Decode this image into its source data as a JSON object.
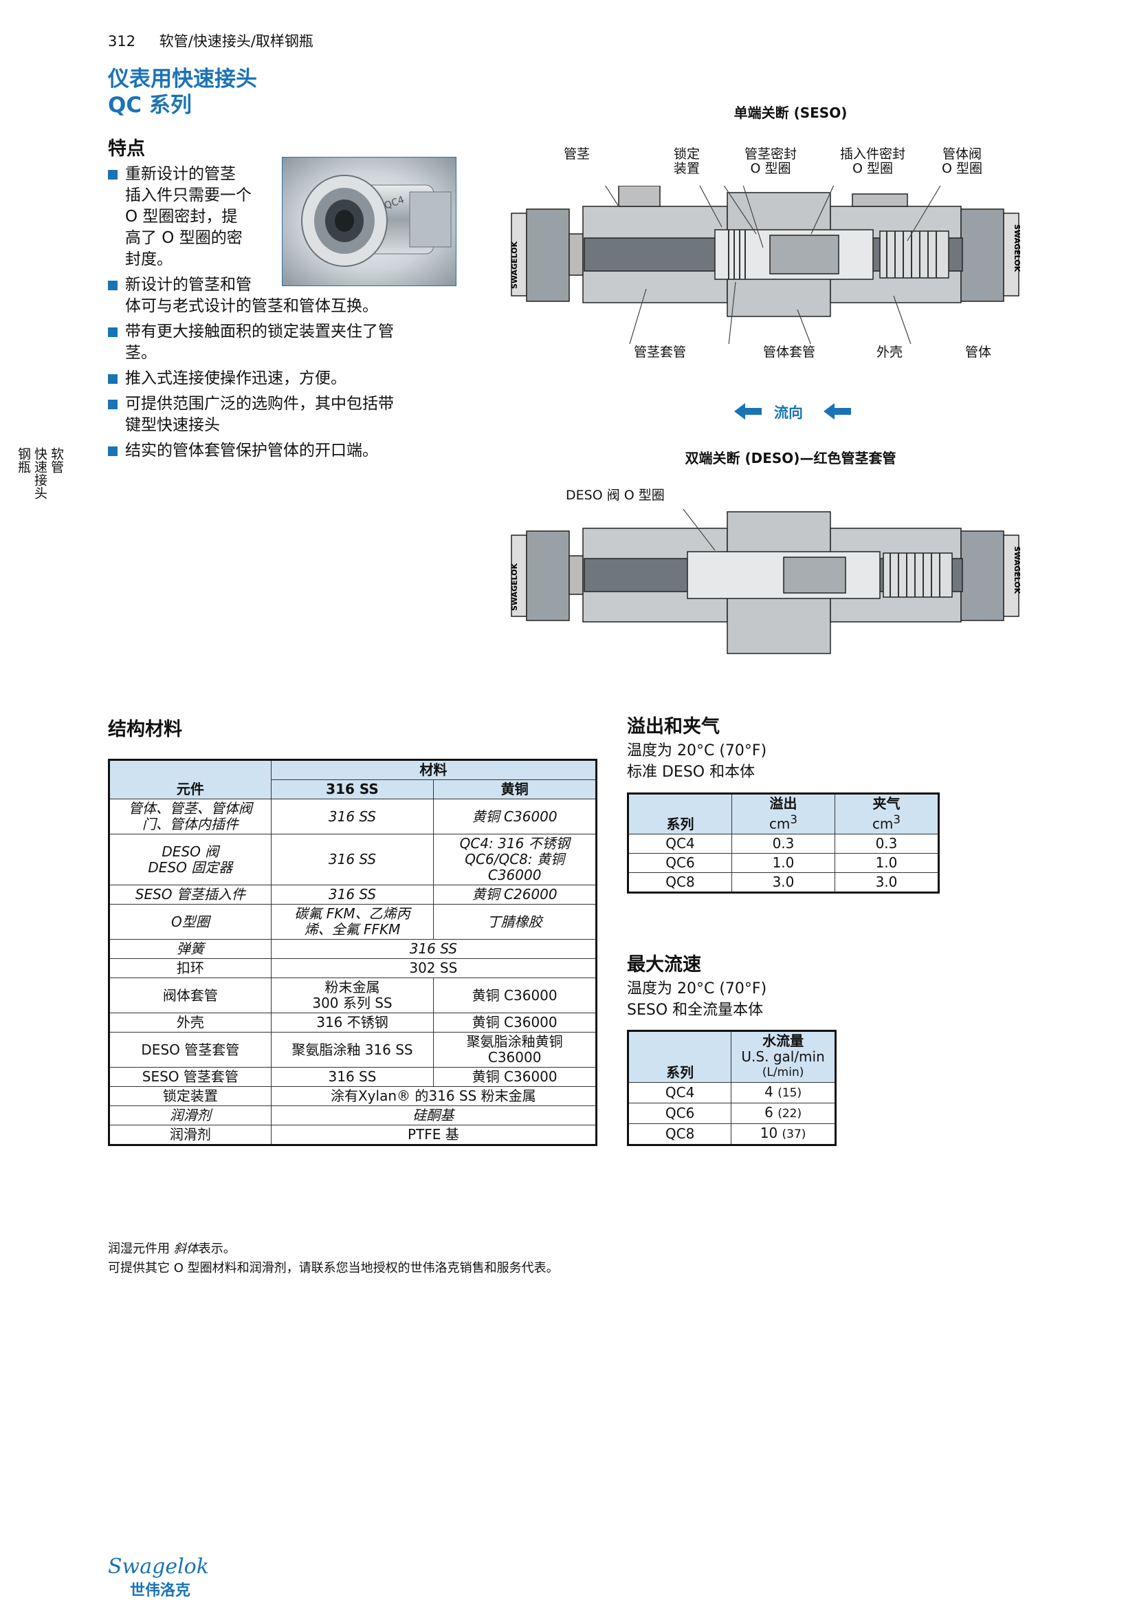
{
  "header": {
    "page_number": "312",
    "section": "软管/快速接头/取样钢瓶"
  },
  "title": {
    "line1": "仪表用快速接头",
    "line2": "QC 系列"
  },
  "side_tab": {
    "lines": [
      "软管",
      "快速接头",
      "钢瓶"
    ]
  },
  "features": {
    "heading": "特点",
    "items": [
      "重新设计的管茎\n插入件只需要一个\nO 型圈密封，提\n高了 O 型圈的密\n封度。",
      "新设计的管茎和管\n体可与老式设计的管茎和管体互换。",
      "带有更大接触面积的锁定装置夹住了管\n茎。",
      "推入式连接使操作迅速，方便。",
      "可提供范围广泛的选购件，其中包括带\n键型快速接头",
      "结实的管体套管保护管体的开口端。"
    ]
  },
  "photo": {
    "engraving": "QC4"
  },
  "seso": {
    "title": "单端关断 (SESO)",
    "labels": {
      "stem": "管茎",
      "locking": "锁定\n装置",
      "stem_seal": "管茎密封\nO 型圈",
      "insert_seal": "插入件密封\nO 型圈",
      "body_valve": "管体阀\nO 型圈",
      "stem_sleeve": "管茎套管",
      "body_sleeve": "管体套管",
      "shell": "外壳",
      "body": "管体"
    },
    "flow": "流向",
    "brand": "SWAGELOK"
  },
  "deso": {
    "title": "双端关断 (DESO)—红色管茎套管",
    "label": "DESO 阀 O 型圈",
    "brand": "SWAGELOK"
  },
  "materials": {
    "heading": "结构材料",
    "col_component": "元件",
    "col_material": "材料",
    "col_ss": "316 SS",
    "col_brass": "黄铜",
    "rows": [
      {
        "component": "管体、管茎、管体阀\n门、管体内插件",
        "ss": "316 SS",
        "brass": "黄铜 C36000",
        "italic": true
      },
      {
        "component": "DESO 阀\nDESO 固定器",
        "ss": "316 SS",
        "brass": "QC4: 316 不锈钢\nQC6/QC8: 黄铜\nC36000",
        "italic": true
      },
      {
        "component": "SESO 管茎插入件",
        "ss": "316 SS",
        "brass": "黄铜 C26000",
        "italic": true
      },
      {
        "component": "O型圈",
        "ss": "碳氟 FKM、乙烯丙\n烯、全氟 FFKM",
        "brass": "丁腈橡胶",
        "italic": true
      },
      {
        "component": "弹簧",
        "span": "316 SS",
        "italic": true
      },
      {
        "component": "扣环",
        "span": "302 SS",
        "italic": false
      },
      {
        "component": "阀体套管",
        "ss": "粉末金属\n300 系列 SS",
        "brass": "黄铜  C36000",
        "italic": false
      },
      {
        "component": "外壳",
        "ss": "316 不锈钢",
        "brass": "黄铜 C36000",
        "italic": false
      },
      {
        "component": "DESO 管茎套管",
        "ss": "聚氨脂涂釉 316 SS",
        "brass": "聚氨脂涂釉黄铜\nC36000",
        "italic": false
      },
      {
        "component": "SESO 管茎套管",
        "ss": "316 SS",
        "brass": "黄铜  C36000",
        "italic": false
      },
      {
        "component": "锁定装置",
        "span": "涂有Xylan® 的316 SS 粉末金属",
        "italic": false
      },
      {
        "component": "润滑剂",
        "span": "硅酮基",
        "italic": true
      },
      {
        "component": "润滑剂",
        "span": "PTFE 基",
        "italic": false
      }
    ],
    "note1_prefix": "润湿元件用",
    "note1_italic": "斜体",
    "note1_suffix": "表示。",
    "note2": "可提供其它 O 型圈材料和润滑剂，请联系您当地授权的世伟洛克销售和服务代表。"
  },
  "spillage": {
    "heading": "溢出和夹气",
    "line1": "温度为 20°C (70°F)",
    "line2": "标准 DESO 和本体",
    "col_series": "系列",
    "col_spill": "溢出",
    "col_air": "夹气",
    "unit": "cm",
    "unit_sup": "3",
    "rows": [
      {
        "series": "QC4",
        "spill": "0.3",
        "air": "0.3"
      },
      {
        "series": "QC6",
        "spill": "1.0",
        "air": "1.0"
      },
      {
        "series": "QC8",
        "spill": "3.0",
        "air": "3.0"
      }
    ]
  },
  "flowrate": {
    "heading": "最大流速",
    "line1": "温度为 20°C (70°F)",
    "line2": "SESO 和全流量本体",
    "col_series": "系列",
    "col_water": "水流量",
    "unit1": "U.S. gal/min",
    "unit2": "(L/min)",
    "rows": [
      {
        "series": "QC4",
        "gal": "4",
        "lmin": "(15)"
      },
      {
        "series": "QC6",
        "gal": "6",
        "lmin": "(22)"
      },
      {
        "series": "QC8",
        "gal": "10",
        "lmin": "(37)"
      }
    ]
  },
  "logo": {
    "brand": "Swagelok",
    "cn": "世伟洛克"
  },
  "colors": {
    "accent": "#1a73b5",
    "table_header": "#cfe2f1"
  }
}
